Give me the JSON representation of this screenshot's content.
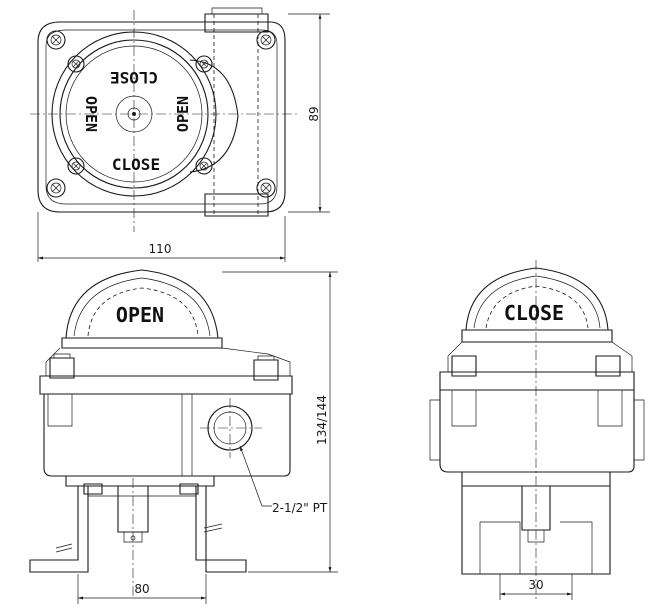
{
  "dimensions": {
    "top_height": "89",
    "top_width": "110",
    "front_height": "134/144",
    "bracket_width": "80",
    "side_width": "30",
    "conduit": "2-1/2\" PT"
  },
  "labels": {
    "indicator_open": "OPEN",
    "indicator_close": "CLOSE"
  },
  "colors": {
    "line": "#1a1a1a",
    "background": "#ffffff"
  }
}
